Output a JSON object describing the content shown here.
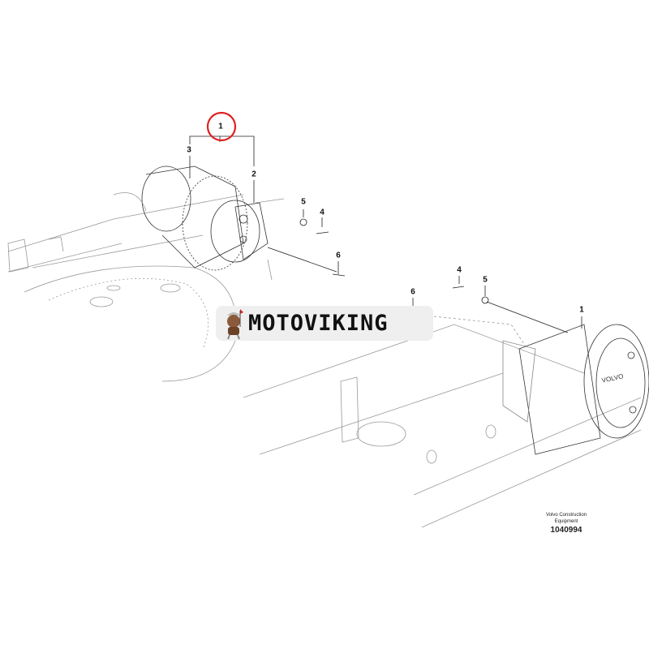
{
  "diagram": {
    "left_assembly_callouts": {
      "main": "1",
      "sub_a": "3",
      "sub_b": "2",
      "washer": "5",
      "bolt": "4",
      "pin": "6"
    },
    "right_assembly_callouts": {
      "bolt": "4",
      "washer": "5",
      "pin": "6",
      "main": "1"
    },
    "highlight_color": "#e02020",
    "hub_brand_text": "VOLVO"
  },
  "watermark": {
    "text": "MOTOVIKING"
  },
  "credit": {
    "line1": "Volvo Construction",
    "line2": "Equipment",
    "doc_number": "1040994"
  }
}
